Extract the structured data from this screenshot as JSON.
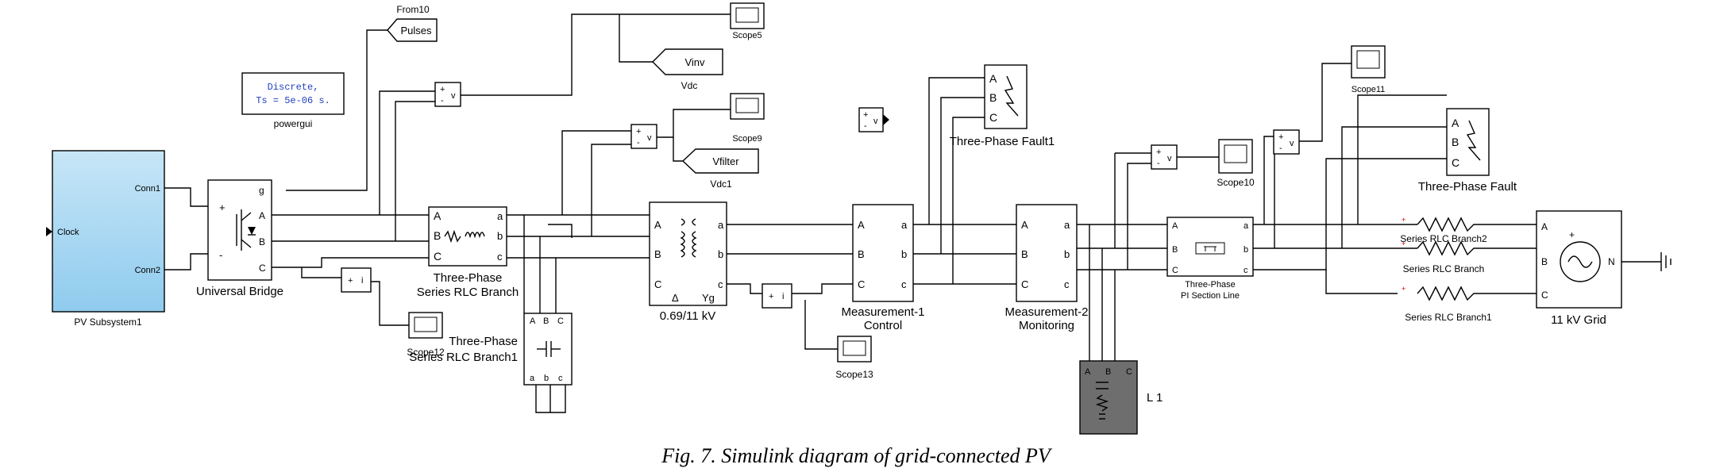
{
  "blocks": {
    "from10_tag": "From10",
    "pulses": "Pulses",
    "powergui_line1": "Discrete,",
    "powergui_line2": "Ts = 5e-06 s.",
    "powergui_label": "powergui",
    "pv_clock": "Clock",
    "pv_conn1": "Conn1",
    "pv_conn2": "Conn2",
    "pv_label": "PV Subsystem1",
    "universal_bridge": "Universal Bridge",
    "ub_g": "g",
    "ub_plus": "+",
    "ub_minus": "-",
    "ub_A": "A",
    "ub_B": "B",
    "ub_C": "C",
    "series_rlc_line1": "Three-Phase",
    "series_rlc_line2": "Series RLC Branch",
    "rlc1_line1": "Three-Phase",
    "rlc1_line2": "Series RLC Branch1",
    "scope12": "Scope12",
    "vinv": "Vinv",
    "vdc": "Vdc",
    "scope5": "Scope5",
    "vfilter": "Vfilter",
    "vdc1": "Vdc1",
    "scope9": "Scope9",
    "transformer": "0.69/11 kV",
    "tr_delta": "Δ",
    "tr_yg": "Yg",
    "scope13": "Scope13",
    "meas1_line1": "Measurement-1",
    "meas1_line2": "Control",
    "fault1": "Three-Phase Fault1",
    "meas2_line1": "Measurement-2",
    "meas2_line2": "Monitoring",
    "load": "L 1",
    "scope10": "Scope10",
    "scope11": "Scope11",
    "pi_line1": "Three-Phase",
    "pi_line2": "PI Section Line",
    "fault2": "Three-Phase Fault",
    "rlc_branch2": "Series RLC Branch2",
    "rlc_branch": "Series RLC Branch",
    "rlc_branch1": "Series RLC Branch1",
    "grid": "11 kV Grid",
    "grid_N": "N",
    "port_a": "a",
    "port_b": "b",
    "port_c": "c",
    "port_A": "A",
    "port_B": "B",
    "port_C": "C",
    "sign_plus": "+",
    "sign_minus": "-",
    "v_sym": "v",
    "i_sym": "i"
  },
  "caption": "Fig. 7. Simulink diagram of grid-connected PV",
  "colors": {
    "pv_fill": "#a9d8f2",
    "load_fill": "#6e6e6e",
    "powergui_text": "#1f3fbf"
  }
}
